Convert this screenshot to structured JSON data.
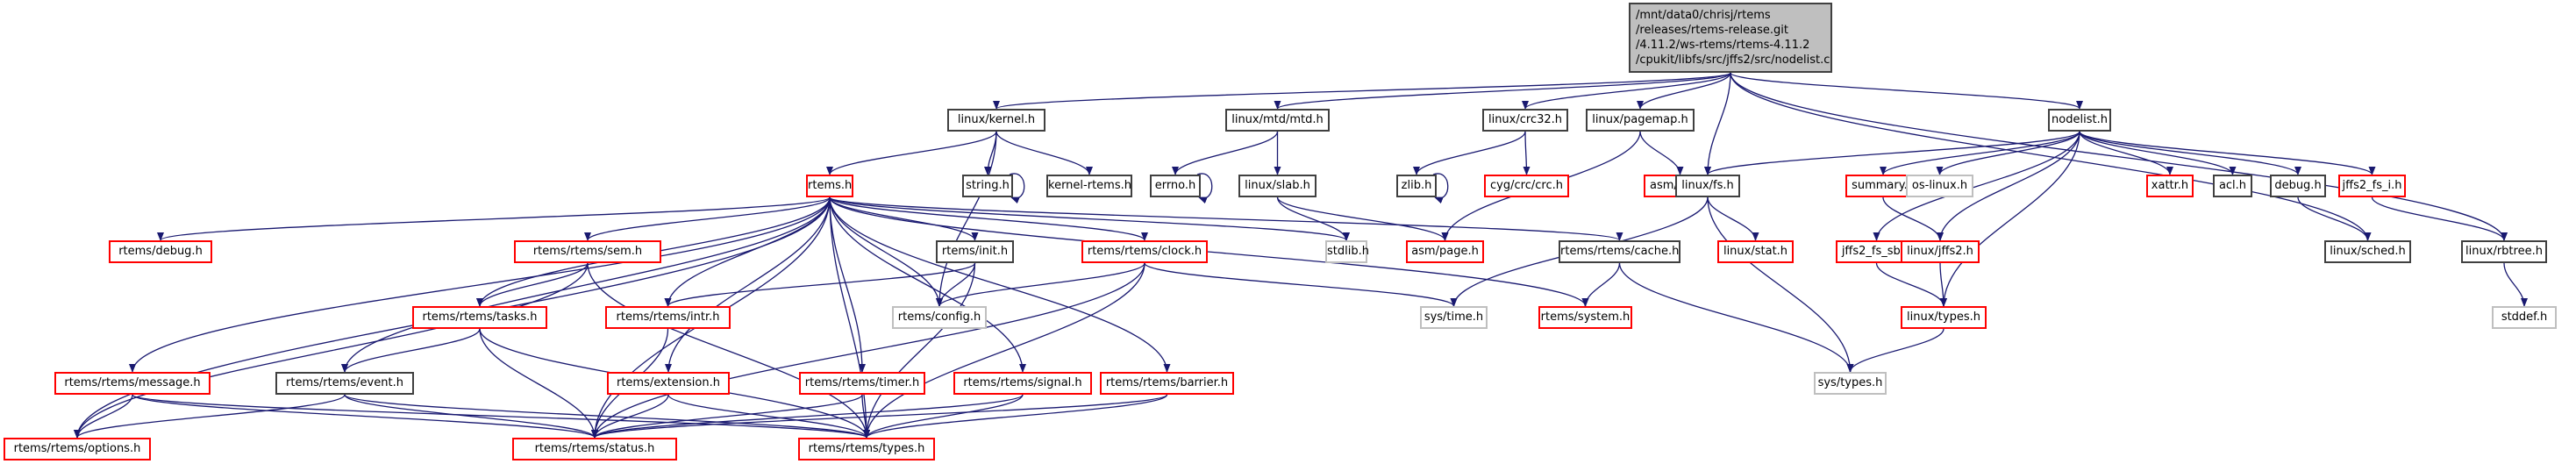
{
  "diagram": {
    "type": "include-dependency-graph",
    "root": {
      "id": "root",
      "lines": [
        "/mnt/data0/chrisj/rtems",
        "/releases/rtems-release.git",
        "/4.11.2/ws-rtems/rtems-4.11.2",
        "/cpukit/libfs/src/jffs2/src/nodelist.c"
      ]
    },
    "legend_colors": {
      "documented": "#404040",
      "undocumented": "#ff0000",
      "external": "#bfbfbf",
      "root_fill": "#bfbfbf",
      "edge": "#191970"
    },
    "nodes": [
      {
        "id": "linux_kernel",
        "label": "linux/kernel.h",
        "style": "black"
      },
      {
        "id": "linux_mtd",
        "label": "linux/mtd/mtd.h",
        "style": "black"
      },
      {
        "id": "linux_crc32",
        "label": "linux/crc32.h",
        "style": "black"
      },
      {
        "id": "linux_pagemap",
        "label": "linux/pagemap.h",
        "style": "black"
      },
      {
        "id": "nodelist_h",
        "label": "nodelist.h",
        "style": "black"
      },
      {
        "id": "rtems_h",
        "label": "rtems.h",
        "style": "red"
      },
      {
        "id": "string_h",
        "label": "string.h",
        "style": "black"
      },
      {
        "id": "kernel_rtems",
        "label": "kernel-rtems.h",
        "style": "black"
      },
      {
        "id": "errno_h",
        "label": "errno.h",
        "style": "black"
      },
      {
        "id": "linux_slab",
        "label": "linux/slab.h",
        "style": "black"
      },
      {
        "id": "zlib_h",
        "label": "zlib.h",
        "style": "black"
      },
      {
        "id": "cyg_crc",
        "label": "cyg/crc/crc.h",
        "style": "red"
      },
      {
        "id": "asm_bug",
        "label": "asm/bug.h",
        "style": "red"
      },
      {
        "id": "linux_fs",
        "label": "linux/fs.h",
        "style": "black"
      },
      {
        "id": "summary_h",
        "label": "summary.h",
        "style": "red"
      },
      {
        "id": "os_linux",
        "label": "os-linux.h",
        "style": "gray"
      },
      {
        "id": "xattr_h",
        "label": "xattr.h",
        "style": "red"
      },
      {
        "id": "acl_h",
        "label": "acl.h",
        "style": "black"
      },
      {
        "id": "debug_h",
        "label": "debug.h",
        "style": "black"
      },
      {
        "id": "jffs2_fs_i",
        "label": "jffs2_fs_i.h",
        "style": "red"
      },
      {
        "id": "rtems_debug",
        "label": "rtems/debug.h",
        "style": "red"
      },
      {
        "id": "rtems_sem",
        "label": "rtems/rtems/sem.h",
        "style": "red"
      },
      {
        "id": "rtems_init",
        "label": "rtems/init.h",
        "style": "black"
      },
      {
        "id": "rtems_clock",
        "label": "rtems/rtems/clock.h",
        "style": "red"
      },
      {
        "id": "stdlib_h",
        "label": "stdlib.h",
        "style": "gray"
      },
      {
        "id": "asm_page",
        "label": "asm/page.h",
        "style": "red"
      },
      {
        "id": "rtems_cache",
        "label": "rtems/rtems/cache.h",
        "style": "black"
      },
      {
        "id": "linux_stat",
        "label": "linux/stat.h",
        "style": "red"
      },
      {
        "id": "jffs2_fs_sb",
        "label": "jffs2_fs_sb.h",
        "style": "red"
      },
      {
        "id": "linux_jffs2",
        "label": "linux/jffs2.h",
        "style": "red"
      },
      {
        "id": "linux_sched",
        "label": "linux/sched.h",
        "style": "black"
      },
      {
        "id": "linux_rbtree",
        "label": "linux/rbtree.h",
        "style": "black"
      },
      {
        "id": "rtems_tasks",
        "label": "rtems/rtems/tasks.h",
        "style": "red"
      },
      {
        "id": "rtems_intr",
        "label": "rtems/rtems/intr.h",
        "style": "red"
      },
      {
        "id": "rtems_config",
        "label": "rtems/config.h",
        "style": "gray"
      },
      {
        "id": "sys_time",
        "label": "sys/time.h",
        "style": "gray"
      },
      {
        "id": "rtems_system",
        "label": "rtems/system.h",
        "style": "red"
      },
      {
        "id": "linux_types",
        "label": "linux/types.h",
        "style": "red"
      },
      {
        "id": "stddef_h",
        "label": "stddef.h",
        "style": "gray"
      },
      {
        "id": "rtems_message",
        "label": "rtems/rtems/message.h",
        "style": "red"
      },
      {
        "id": "rtems_event",
        "label": "rtems/rtems/event.h",
        "style": "black"
      },
      {
        "id": "rtems_extension",
        "label": "rtems/extension.h",
        "style": "red"
      },
      {
        "id": "rtems_timer",
        "label": "rtems/rtems/timer.h",
        "style": "red"
      },
      {
        "id": "rtems_signal",
        "label": "rtems/rtems/signal.h",
        "style": "red"
      },
      {
        "id": "rtems_barrier",
        "label": "rtems/rtems/barrier.h",
        "style": "red"
      },
      {
        "id": "sys_types",
        "label": "sys/types.h",
        "style": "gray"
      },
      {
        "id": "rtems_options",
        "label": "rtems/rtems/options.h",
        "style": "red"
      },
      {
        "id": "rtems_status",
        "label": "rtems/rtems/status.h",
        "style": "red"
      },
      {
        "id": "rtems_types",
        "label": "rtems/rtems/types.h",
        "style": "red"
      }
    ],
    "edges": [
      [
        "root",
        "linux_kernel"
      ],
      [
        "root",
        "linux_mtd"
      ],
      [
        "root",
        "linux_crc32"
      ],
      [
        "root",
        "linux_pagemap"
      ],
      [
        "root",
        "linux_fs"
      ],
      [
        "root",
        "nodelist_h"
      ],
      [
        "root",
        "linux_sched"
      ],
      [
        "root",
        "linux_rbtree"
      ],
      [
        "linux_kernel",
        "rtems_h"
      ],
      [
        "linux_kernel",
        "string_h"
      ],
      [
        "linux_kernel",
        "kernel_rtems"
      ],
      [
        "linux_kernel",
        "rtems_config"
      ],
      [
        "string_h",
        "string_h"
      ],
      [
        "errno_h",
        "errno_h"
      ],
      [
        "zlib_h",
        "zlib_h"
      ],
      [
        "linux_mtd",
        "errno_h"
      ],
      [
        "linux_mtd",
        "linux_slab"
      ],
      [
        "linux_slab",
        "stdlib_h"
      ],
      [
        "linux_slab",
        "asm_page"
      ],
      [
        "linux_crc32",
        "zlib_h"
      ],
      [
        "linux_crc32",
        "cyg_crc"
      ],
      [
        "linux_pagemap",
        "asm_bug"
      ],
      [
        "linux_pagemap",
        "asm_page"
      ],
      [
        "linux_fs",
        "linux_stat"
      ],
      [
        "linux_fs",
        "sys_time"
      ],
      [
        "linux_fs",
        "sys_types"
      ],
      [
        "nodelist_h",
        "linux_fs"
      ],
      [
        "nodelist_h",
        "summary_h"
      ],
      [
        "nodelist_h",
        "os_linux"
      ],
      [
        "nodelist_h",
        "xattr_h"
      ],
      [
        "nodelist_h",
        "acl_h"
      ],
      [
        "nodelist_h",
        "debug_h"
      ],
      [
        "nodelist_h",
        "jffs2_fs_i"
      ],
      [
        "nodelist_h",
        "jffs2_fs_sb"
      ],
      [
        "nodelist_h",
        "linux_jffs2"
      ],
      [
        "nodelist_h",
        "linux_types"
      ],
      [
        "summary_h",
        "linux_jffs2"
      ],
      [
        "jffs2_fs_sb",
        "linux_types"
      ],
      [
        "linux_jffs2",
        "linux_types"
      ],
      [
        "linux_types",
        "sys_types"
      ],
      [
        "debug_h",
        "linux_sched"
      ],
      [
        "jffs2_fs_i",
        "linux_rbtree"
      ],
      [
        "linux_rbtree",
        "stddef_h"
      ],
      [
        "rtems_h",
        "rtems_debug"
      ],
      [
        "rtems_h",
        "rtems_sem"
      ],
      [
        "rtems_h",
        "rtems_init"
      ],
      [
        "rtems_h",
        "rtems_clock"
      ],
      [
        "rtems_h",
        "stdlib_h"
      ],
      [
        "rtems_h",
        "rtems_cache"
      ],
      [
        "rtems_h",
        "rtems_tasks"
      ],
      [
        "rtems_h",
        "rtems_intr"
      ],
      [
        "rtems_h",
        "rtems_config"
      ],
      [
        "rtems_h",
        "rtems_system"
      ],
      [
        "rtems_h",
        "rtems_message"
      ],
      [
        "rtems_h",
        "rtems_event"
      ],
      [
        "rtems_h",
        "rtems_extension"
      ],
      [
        "rtems_h",
        "rtems_timer"
      ],
      [
        "rtems_h",
        "rtems_signal"
      ],
      [
        "rtems_h",
        "rtems_barrier"
      ],
      [
        "rtems_h",
        "rtems_options"
      ],
      [
        "rtems_h",
        "rtems_status"
      ],
      [
        "rtems_h",
        "rtems_types"
      ],
      [
        "rtems_sem",
        "rtems_tasks"
      ],
      [
        "rtems_sem",
        "rtems_options"
      ],
      [
        "rtems_sem",
        "rtems_types"
      ],
      [
        "rtems_init",
        "rtems_intr"
      ],
      [
        "rtems_init",
        "rtems_config"
      ],
      [
        "rtems_init",
        "rtems_types"
      ],
      [
        "rtems_clock",
        "rtems_config"
      ],
      [
        "rtems_clock",
        "sys_time"
      ],
      [
        "rtems_clock",
        "rtems_status"
      ],
      [
        "rtems_clock",
        "rtems_types"
      ],
      [
        "rtems_cache",
        "rtems_system"
      ],
      [
        "rtems_cache",
        "sys_types"
      ],
      [
        "rtems_tasks",
        "rtems_event"
      ],
      [
        "rtems_tasks",
        "rtems_status"
      ],
      [
        "rtems_tasks",
        "rtems_types"
      ],
      [
        "rtems_intr",
        "rtems_status"
      ],
      [
        "rtems_message",
        "rtems_options"
      ],
      [
        "rtems_message",
        "rtems_status"
      ],
      [
        "rtems_message",
        "rtems_types"
      ],
      [
        "rtems_event",
        "rtems_options"
      ],
      [
        "rtems_event",
        "rtems_status"
      ],
      [
        "rtems_event",
        "rtems_types"
      ],
      [
        "rtems_extension",
        "rtems_status"
      ],
      [
        "rtems_extension",
        "rtems_types"
      ],
      [
        "rtems_timer",
        "rtems_status"
      ],
      [
        "rtems_timer",
        "rtems_types"
      ],
      [
        "rtems_signal",
        "rtems_status"
      ],
      [
        "rtems_signal",
        "rtems_types"
      ],
      [
        "rtems_barrier",
        "rtems_status"
      ],
      [
        "rtems_barrier",
        "rtems_types"
      ]
    ]
  }
}
